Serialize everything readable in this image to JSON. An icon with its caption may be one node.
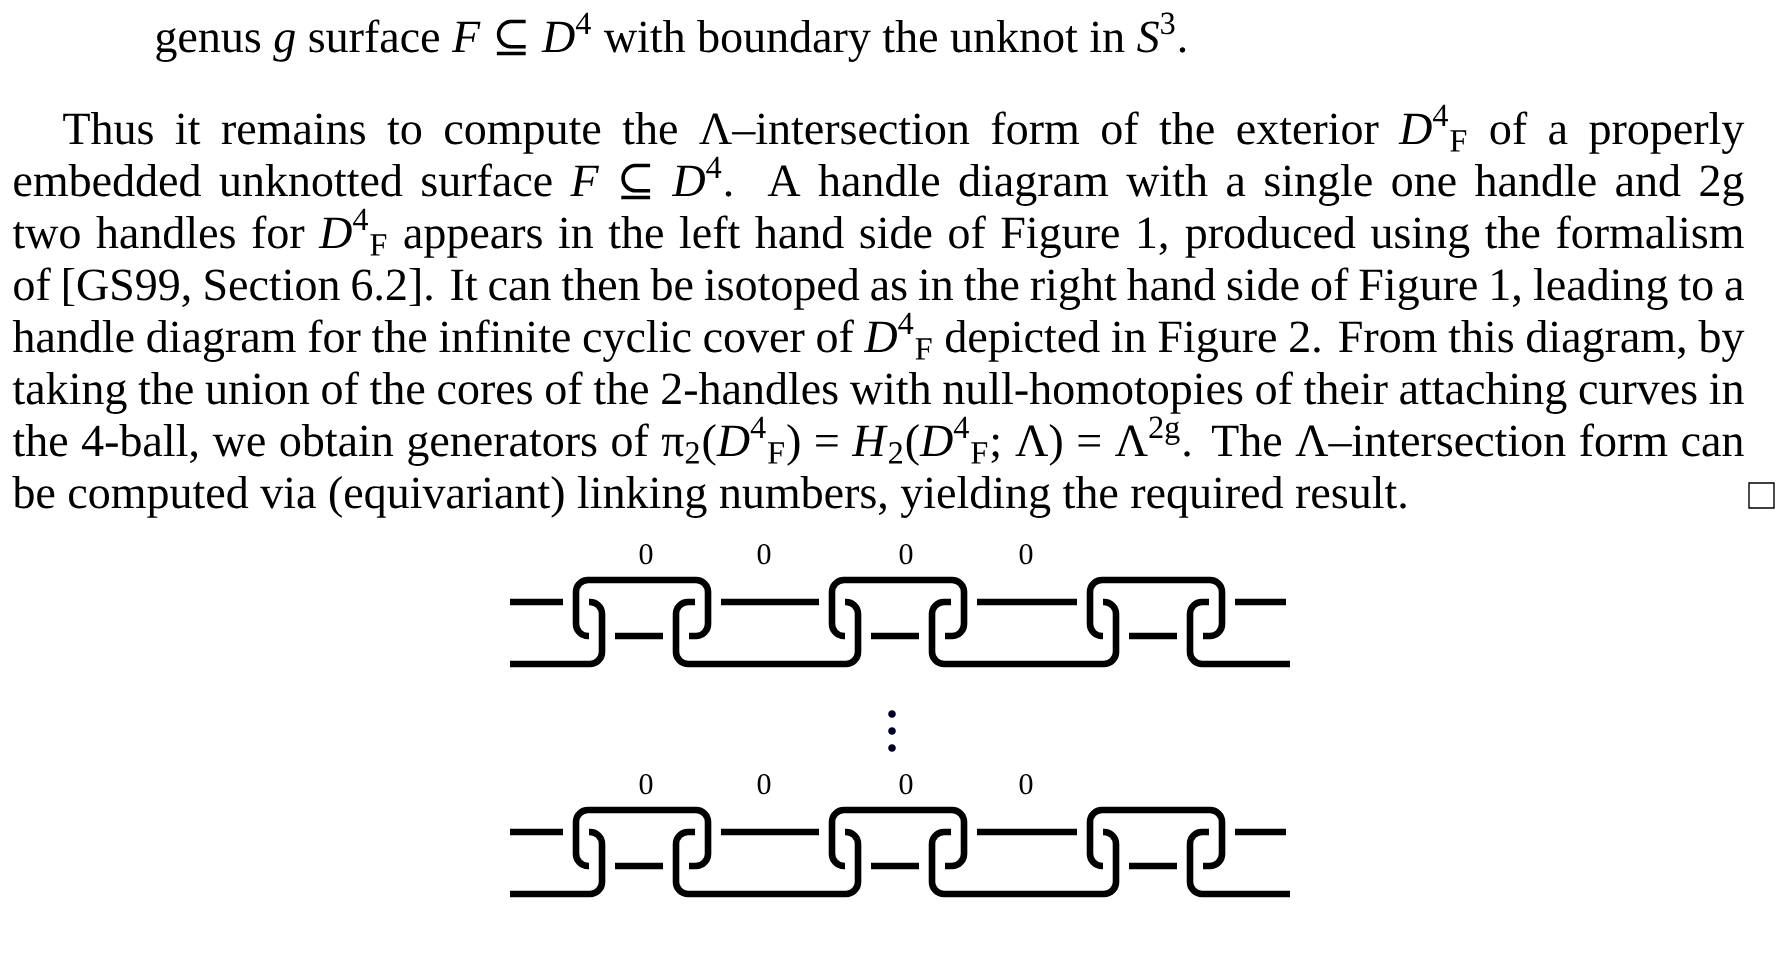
{
  "diagram": {
    "labels": [
      "genus *g* surface *F* ⊆ *D*$^{4}$ with boundary the unknot in *S*$^{3}$.",
      "Thus it remains to compute the Λ–intersection form of the exterior *D*$^{4}$$_{F}$ of a properly embedded unknotted surface *F* ⊆ *D*$^{4}$. A handle diagram with a single one handle and 2g two handles for *D*$^{4}$$_{F}$ appears in the left hand side of Figure 1, produced using the formalism of [GS99, Section 6.2]. It can then be isotoped as in the right hand side of Figure 1, leading to a handle diagram for the infinite cyclic cover of *D*$^{4}$$_{F}$ depicted in Figure 2. From this diagram, by taking the union of the cores of the 2-handles with null-homotopies of their attaching curves in the 4-ball, we obtain generators of π$_{2}$(*D*$^{4}$$_{F}$) = *H*$_{2}$(*D*$^{4}$$_{F}$; Λ) = Λ$^{2g}$. The Λ–intersection form can be computed via (equivariant) linking numbers, yielding the required result.",
      "0",
      "0",
      "0",
      "0",
      "0",
      "0",
      "0",
      "0"
    ]
  }
}
